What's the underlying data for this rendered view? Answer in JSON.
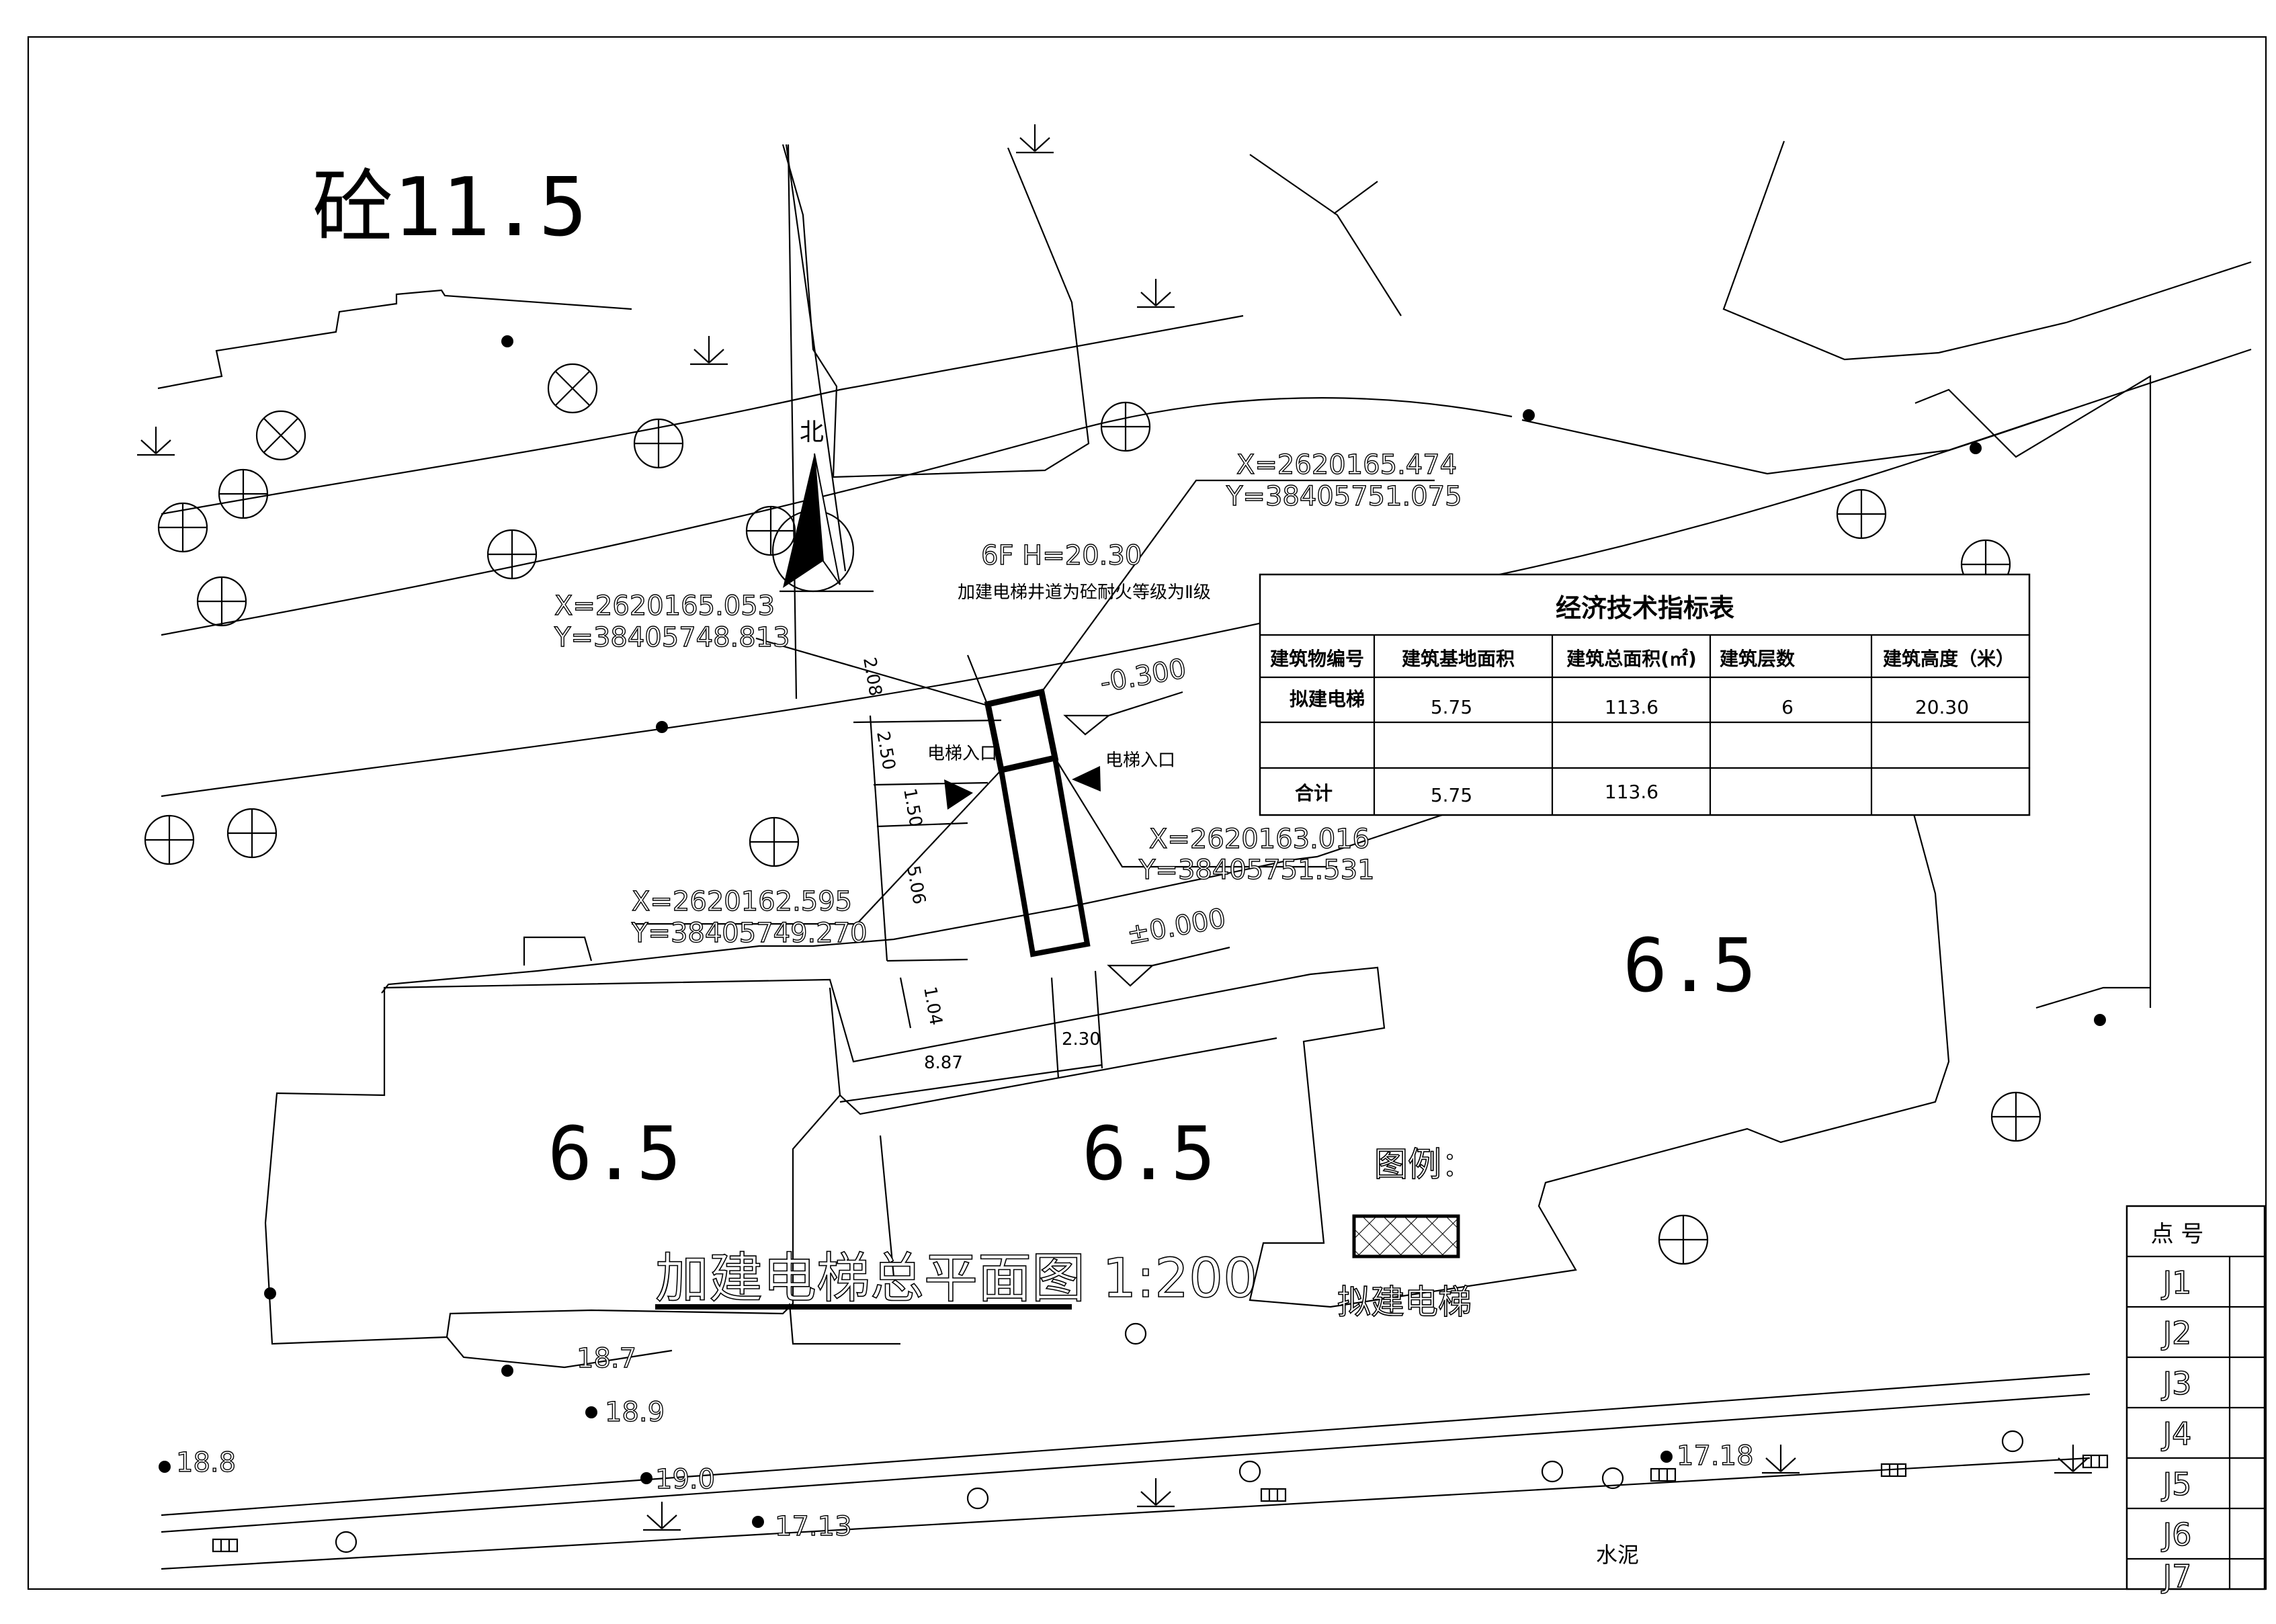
{
  "labels": {
    "material_height": "砼11.5",
    "north": "北",
    "floors_height": "6F  H=20.30",
    "shaft_note": "加建电梯井道为砼耐火等级为Ⅱ级",
    "elev_minus": "-0.300",
    "elev_zero": "±0.000",
    "entrance_left": "电梯入口",
    "entrance_right": "电梯入口",
    "height_a": "6.5",
    "height_b": "6.5",
    "height_c": "6.5",
    "drawing_title": "加建电梯总平面图  1:200",
    "legend_title": "图例：",
    "legend_item": "拟建电梯",
    "cement": "水泥"
  },
  "coordinates": {
    "c1x": "X=2620165.474",
    "c1y": "Y=38405751.075",
    "c2x": "X=2620165.053",
    "c2y": "Y=38405748.813",
    "c3x": "X=2620163.016",
    "c3y": "Y=38405751.531",
    "c4x": "X=2620162.595",
    "c4y": "Y=38405749.270"
  },
  "dimensions": {
    "d1": "2.08",
    "d2": "2.50",
    "d3": "1.50",
    "d4": "5.06",
    "d5": "1.04",
    "d6": "8.87",
    "d7": "2.30"
  },
  "spot_elevations": {
    "e1": "18.7",
    "e2": "18.9",
    "e3": "18.8",
    "e4": "19.0",
    "e5": "17.13",
    "e6": "17.18"
  },
  "indicator_table": {
    "title": "经济技术指标表",
    "headers": [
      "建筑物编号",
      "建筑基地面积",
      "建筑总面积(㎡)",
      "建筑层数",
      "建筑高度（米）"
    ],
    "row1": [
      "拟建电梯",
      "5.75",
      "113.6",
      "6",
      "20.30"
    ],
    "total": [
      "合计",
      "5.75",
      "113.6",
      "",
      ""
    ]
  },
  "point_table": {
    "header": "点  号",
    "points": [
      "J1",
      "J2",
      "J3",
      "J4",
      "J5",
      "J6",
      "J7"
    ]
  }
}
